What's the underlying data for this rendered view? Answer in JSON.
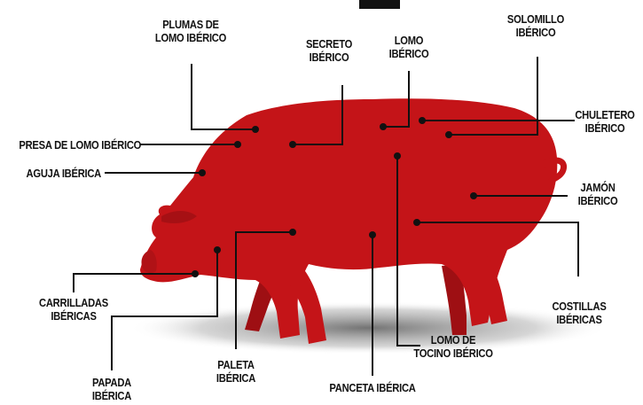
{
  "colors": {
    "pig": "#c41418",
    "pig_dark": "#8e0c10",
    "shadow": "#555555",
    "text": "#111111",
    "line": "#111111"
  },
  "labels": {
    "plumas": [
      "PLUMAS DE",
      "LOMO IBÉRICO"
    ],
    "secreto": [
      "SECRETO",
      "IBÉRICO"
    ],
    "lomo": [
      "LOMO",
      "IBÉRICO"
    ],
    "solomillo": [
      "SOLOMILLO",
      "IBÉRICO"
    ],
    "chuletero": [
      "CHULETERO",
      "IBÉRICO"
    ],
    "presa": [
      "PRESA DE LOMO IBÉRICO"
    ],
    "aguja": [
      "AGUJA IBÉRICA"
    ],
    "jamon": [
      "JAMÓN",
      "IBÉRICO"
    ],
    "carrilladas": [
      "CARRILLADAS",
      "IBÉRICAS"
    ],
    "costillas": [
      "COSTILLAS",
      "IBÉRICAS"
    ],
    "lomo_tocino": [
      "LOMO DE",
      "TOCINO IBÉRICO"
    ],
    "papada": [
      "PAPADA",
      "IBÉRICA"
    ],
    "paleta": [
      "PALETA",
      "IBÉRICA"
    ],
    "panceta": [
      "PANCETA IBÉRICA"
    ]
  }
}
